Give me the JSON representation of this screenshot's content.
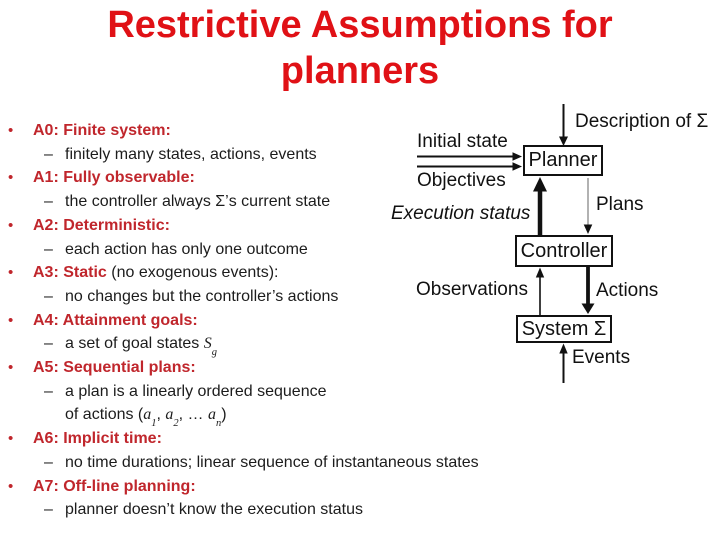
{
  "slide": {
    "title_line1": "Restrictive Assumptions for",
    "title_line2": "planners",
    "title_color": "#e01116",
    "accent_color": "#c0262c"
  },
  "list": {
    "items": [
      {
        "type": "bullet",
        "segments": [
          {
            "t": "A0: Finite system:",
            "s": "rb"
          }
        ]
      },
      {
        "type": "dash",
        "segments": [
          {
            "t": "finitely many states, actions, events",
            "s": ""
          }
        ]
      },
      {
        "type": "bullet",
        "segments": [
          {
            "t": "A1: Fully observable:",
            "s": "rb"
          }
        ]
      },
      {
        "type": "dash",
        "segments": [
          {
            "t": "the controller always Σ’s current state",
            "s": ""
          }
        ]
      },
      {
        "type": "bullet",
        "segments": [
          {
            "t": "A2: Deterministic:",
            "s": "rb"
          }
        ]
      },
      {
        "type": "dash",
        "segments": [
          {
            "t": "each action has only one outcome",
            "s": ""
          }
        ]
      },
      {
        "type": "bullet",
        "segments": [
          {
            "t": "A3: Static ",
            "s": "rb"
          },
          {
            "t": "(no exogenous events):",
            "s": ""
          }
        ]
      },
      {
        "type": "dash",
        "segments": [
          {
            "t": "no changes but the controller’s actions",
            "s": ""
          }
        ]
      },
      {
        "type": "bullet",
        "segments": [
          {
            "t": "A4: Attainment goals:",
            "s": "rb"
          }
        ]
      },
      {
        "type": "dash",
        "segments": [
          {
            "t": "a set of goal states ",
            "s": ""
          },
          {
            "t": "S",
            "s": "i"
          },
          {
            "t": "g",
            "s": "si"
          }
        ]
      },
      {
        "type": "bullet",
        "segments": [
          {
            "t": "A5: Sequential plans:",
            "s": "rb"
          }
        ]
      },
      {
        "type": "dash",
        "segments": [
          {
            "t": "a plan is a linearly ordered sequence",
            "s": ""
          }
        ]
      },
      {
        "type": "cont",
        "segments": [
          {
            "t": "of actions (",
            "s": ""
          },
          {
            "t": "a",
            "s": "i"
          },
          {
            "t": "1",
            "s": "si"
          },
          {
            "t": ", ",
            "s": ""
          },
          {
            "t": "a",
            "s": "i"
          },
          {
            "t": "2",
            "s": "si"
          },
          {
            "t": ", … ",
            "s": ""
          },
          {
            "t": "a",
            "s": "i"
          },
          {
            "t": "n",
            "s": "si"
          },
          {
            "t": ")",
            "s": ""
          }
        ]
      },
      {
        "type": "bullet",
        "segments": [
          {
            "t": "A6: Implicit time:",
            "s": "rb"
          }
        ]
      },
      {
        "type": "dash",
        "segments": [
          {
            "t": "no time durations; linear sequence of instantaneous states",
            "s": ""
          }
        ]
      },
      {
        "type": "bullet",
        "segments": [
          {
            "t": "A7: Off-line planning:",
            "s": "rb"
          }
        ]
      },
      {
        "type": "dash",
        "segments": [
          {
            "t": "planner doesn’t know the execution status",
            "s": ""
          }
        ]
      }
    ],
    "bullet_glyph": "•",
    "dash_glyph": "–"
  },
  "diagram": {
    "boxes": {
      "planner": {
        "label": "Planner"
      },
      "controller": {
        "label": "Controller"
      },
      "system": {
        "label": "System Σ"
      }
    },
    "labels": {
      "description": {
        "text": "Description of Σ"
      },
      "initial_state": {
        "text": "Initial state"
      },
      "objectives": {
        "text": "Objectives"
      },
      "execution_status": {
        "text": "Execution status"
      },
      "plans": {
        "text": "Plans"
      },
      "observations": {
        "text": "Observations"
      },
      "actions": {
        "text": "Actions"
      },
      "events": {
        "text": "Events"
      }
    }
  }
}
